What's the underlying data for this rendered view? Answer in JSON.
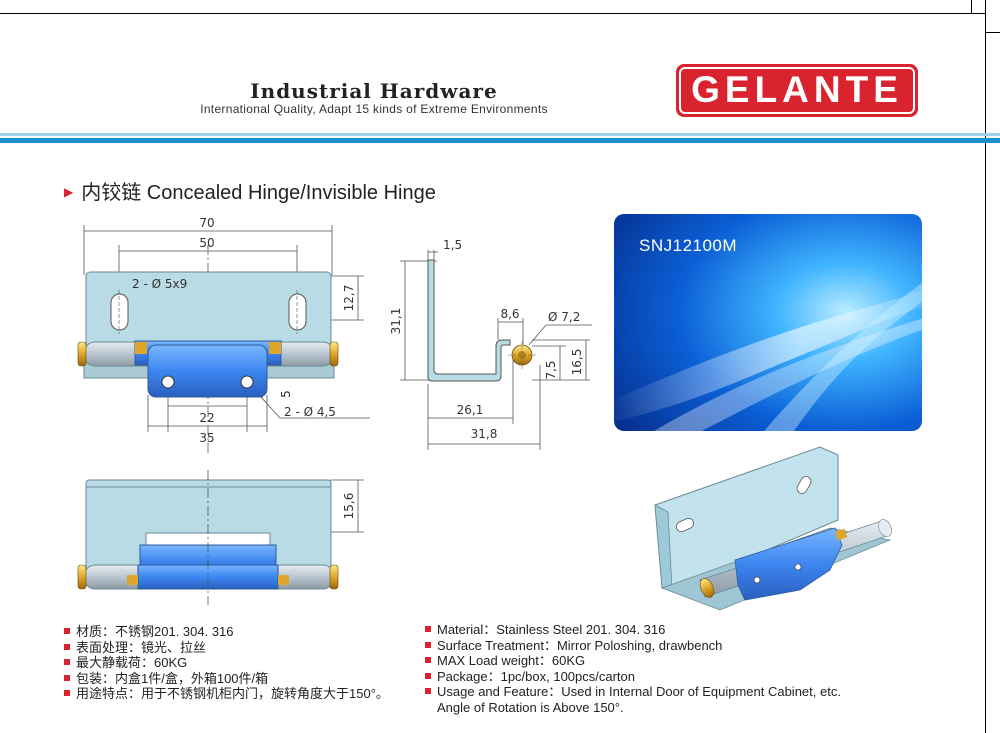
{
  "header": {
    "title": "Industrial Hardware",
    "subtitle": "International Quality, Adapt 15 kinds of Extreme Environments",
    "brand": "GELANTE",
    "brand_color": "#d9232e",
    "band_colors": [
      "#9fd0ea",
      "#1b8fd0"
    ]
  },
  "section": {
    "title": "内铰链 Concealed Hinge/Invisible Hinge",
    "marker_icon": "red-triangle-icon"
  },
  "product": {
    "model": "SNJ12100M"
  },
  "drawing": {
    "front": {
      "width_total": "70",
      "slot_spacing": "50",
      "slot_label": "2 - Ø 5x9",
      "slot_height": "12,7",
      "hole_label": "2 - Ø 4,5",
      "hole_offset": "5",
      "hole_spacing": "22",
      "leaf_width": "35"
    },
    "side": {
      "thickness": "1,5",
      "height": "31,1",
      "offset": "8,6",
      "pin_diameter": "Ø 7,2",
      "pin_height_small": "7,5",
      "pin_height_large": "16,5",
      "base_length": "26,1",
      "total_length": "31,8"
    },
    "back": {
      "height": "15,6"
    }
  },
  "specs_cn": [
    "材质：不锈钢201. 304. 316",
    "表面处理：镜光、拉丝",
    "最大静载荷：60KG",
    "包装：内盒1件/盒，外箱100件/箱",
    "用途特点：用于不锈钢机柜内门，旋转角度大于150°。"
  ],
  "specs_en": [
    {
      "text": "Material：Stainless Steel 201. 304. 316"
    },
    {
      "text": "Surface Treatment：Mirror Poloshing, drawbench"
    },
    {
      "text": "MAX Load weight：60KG"
    },
    {
      "text": "Package：1pc/box,  100pcs/carton"
    },
    {
      "text": "Usage and Feature：Used in Internal Door of Equipment Cabinet, etc.",
      "cont": "Angle of Rotation is Above 150°."
    }
  ]
}
